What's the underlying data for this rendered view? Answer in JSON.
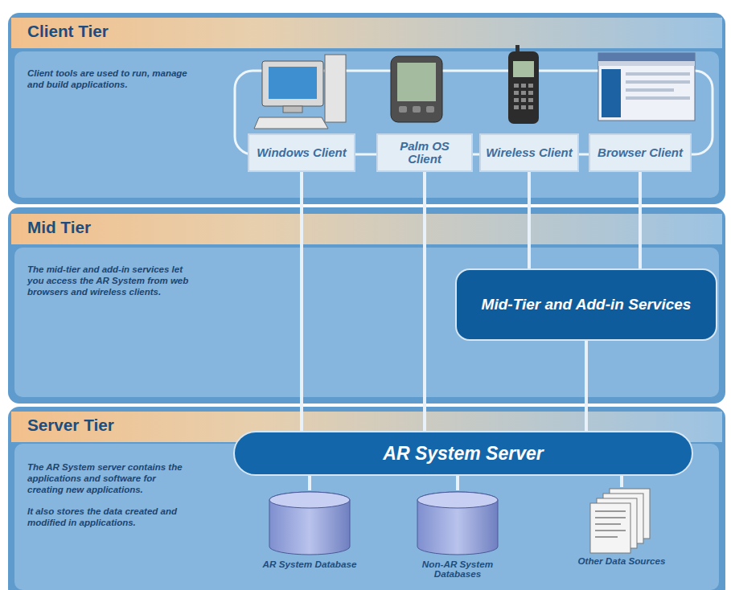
{
  "diagram": {
    "nodes": [
      {
        "text": [
          "Client Tier",
          "Client tools are used to run, manage and build applications."
        ]
      },
      {
        "text": [
          "Mid Tier",
          "The mid-tier and add-in services let you access the AR System from web browsers and wireless clients."
        ]
      },
      {
        "text": [
          "Server Tier",
          "The AR System server contains the applications and software for creating new applications.",
          "It also stores the data created and modified in applications."
        ]
      },
      {
        "text": [
          "Windows Client"
        ],
        "in": 0
      },
      {
        "text": [
          "Palm OS Client"
        ],
        "in": 0
      },
      {
        "text": [
          "Wireless Client"
        ],
        "in": 0
      },
      {
        "text": [
          "Browser Client"
        ],
        "in": 0
      },
      {
        "text": [
          "Mid-Tier and Add-in Services"
        ],
        "in": 1
      },
      {
        "text": [
          "AR System Server"
        ],
        "in": 2
      },
      {
        "text": [
          "AR System Database"
        ],
        "in": 2
      },
      {
        "text": [
          "Non-AR System Databases"
        ],
        "in": 2
      },
      {
        "text": [
          "Other Data Sources"
        ],
        "in": 2
      }
    ],
    "edges": [
      {
        "from": 3,
        "to": 8,
        "arrow": "none"
      },
      {
        "from": 4,
        "to": 8,
        "arrow": "none"
      },
      {
        "from": 5,
        "to": 7,
        "arrow": "none"
      },
      {
        "from": 6,
        "to": 7,
        "arrow": "none"
      },
      {
        "from": 7,
        "to": 8,
        "arrow": "none"
      },
      {
        "from": 8,
        "to": 9,
        "arrow": "none"
      },
      {
        "from": 8,
        "to": 10,
        "arrow": "none"
      },
      {
        "from": 8,
        "to": 11,
        "arrow": "none"
      }
    ]
  }
}
